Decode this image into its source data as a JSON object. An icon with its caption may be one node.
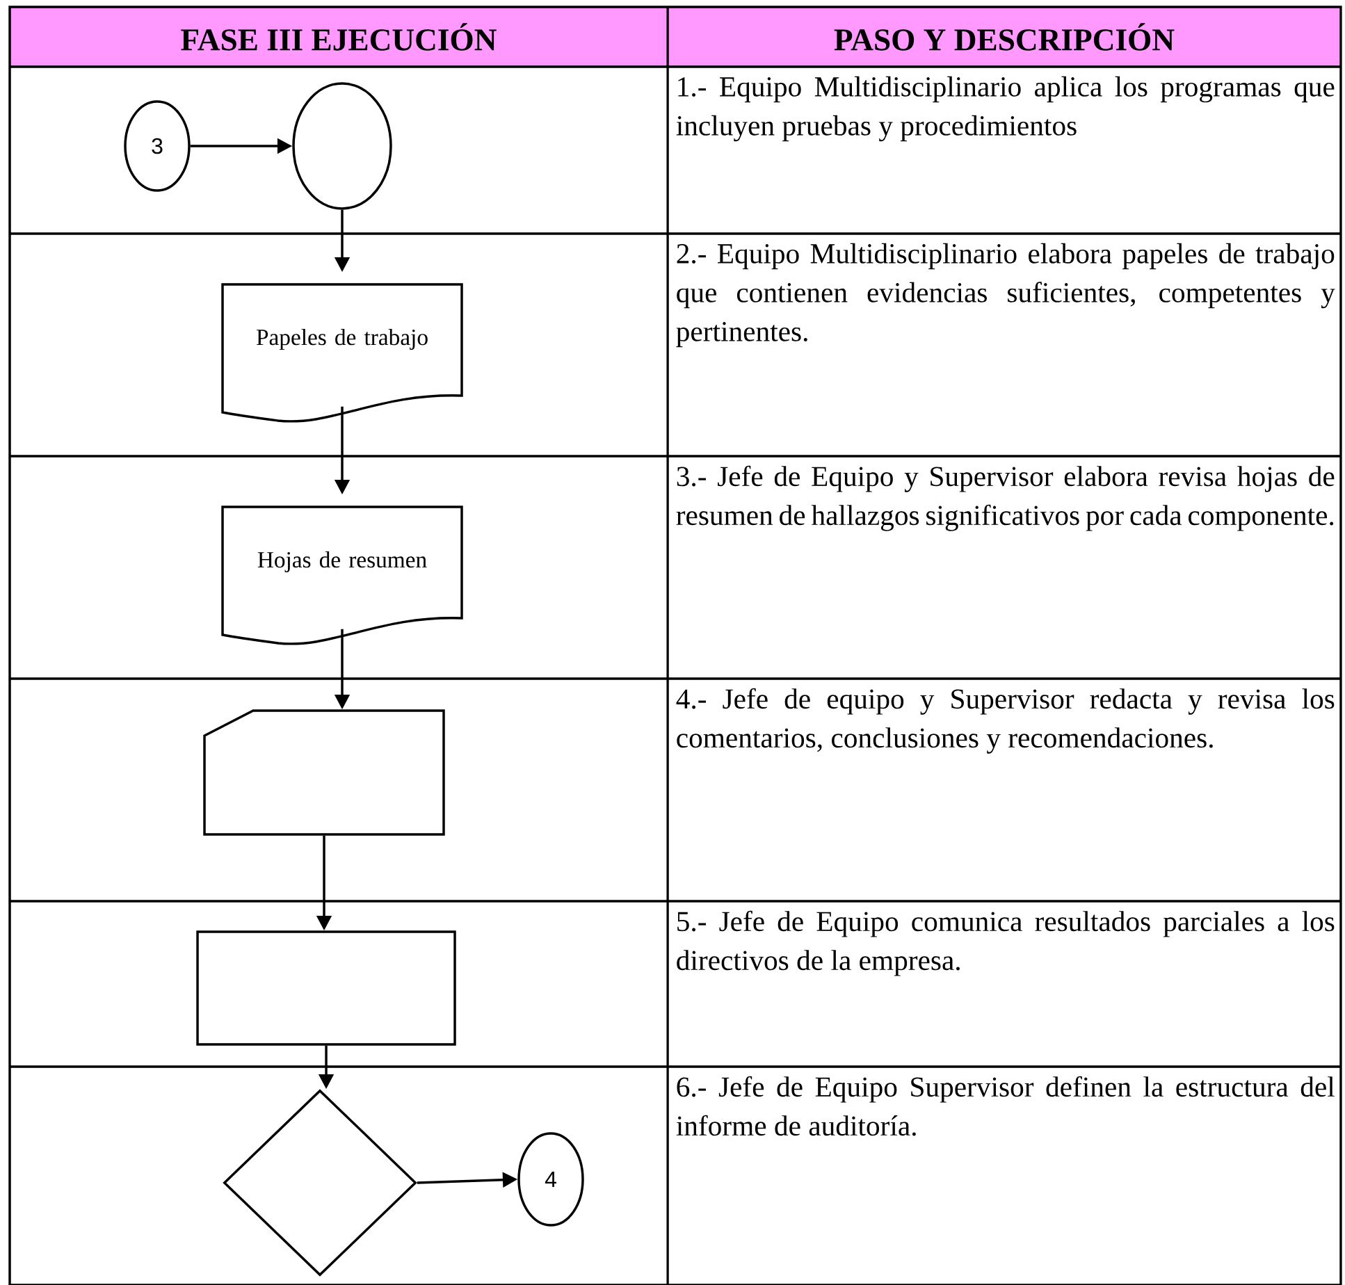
{
  "diagram": {
    "nodes": [
      {
        "text": [
          "3"
        ]
      },
      {
        "text": [],
        "shape": "circle"
      },
      {
        "text": [
          "Papeles de trabajo"
        ]
      },
      {
        "text": [
          "Hojas de resumen"
        ]
      },
      {
        "text": [],
        "shape": "card"
      },
      {
        "text": [],
        "shape": "box"
      },
      {
        "text": [],
        "shape": "diamond"
      },
      {
        "text": [
          "4"
        ]
      }
    ],
    "edges": [
      {
        "from": 0,
        "to": 1,
        "arrow": "to"
      },
      {
        "from": 1,
        "to": 2,
        "arrow": "to"
      },
      {
        "from": 2,
        "to": 3,
        "arrow": "to"
      },
      {
        "from": 3,
        "to": 4,
        "arrow": "to"
      },
      {
        "from": 4,
        "to": 5,
        "arrow": "to"
      },
      {
        "from": 5,
        "to": 6,
        "arrow": "to"
      },
      {
        "from": 6,
        "to": 7,
        "arrow": "to"
      }
    ],
    "labels": [
      "FASE III EJECUCIÓN",
      "PASO Y DESCRIPCIÓN",
      "1.- Equipo Multidisciplinario aplica los programas que incluyen pruebas y procedimientos",
      "2.- Equipo Multidisciplinario elabora papeles de trabajo que contienen evidencias suficientes, competentes y pertinentes.",
      "3.- Jefe de Equipo y Supervisor elabora revisa hojas de resumen de hallazgos significativos por cada componente.",
      "4.- Jefe de equipo y Supervisor redacta y revisa los comentarios, conclusiones y recomendaciones.",
      "5.- Jefe de Equipo comunica resultados parciales a los directivos de la empresa.",
      "6.- Jefe de Equipo Supervisor definen la estructura del informe de auditoría."
    ]
  }
}
